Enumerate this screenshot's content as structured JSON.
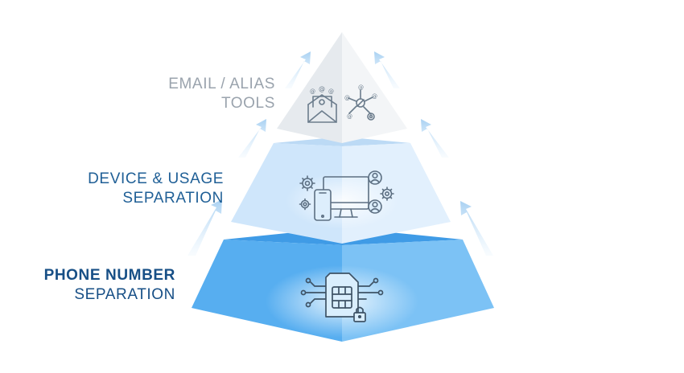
{
  "tiers": {
    "top": {
      "line1": "EMAIL / ALIAS",
      "line2": "TOOLS",
      "icon": "email-alias-icon"
    },
    "middle": {
      "line1": "DEVICE & USAGE",
      "line2": "SEPARATION",
      "icon": "devices-icon"
    },
    "bottom": {
      "line1": "PHONE NUMBER",
      "line2": "SEPARATION",
      "icon": "sim-card-lock-icon"
    }
  },
  "colors": {
    "top_tier": "#e9ecf0",
    "middle_tier": "#cfe6fb",
    "bottom_tier": "#5db2f2",
    "icon_stroke": "#5c6f82",
    "label_muted": "#9aa3ad",
    "label_accent": "#1f5f96",
    "arrow": "#b7d9f4"
  }
}
